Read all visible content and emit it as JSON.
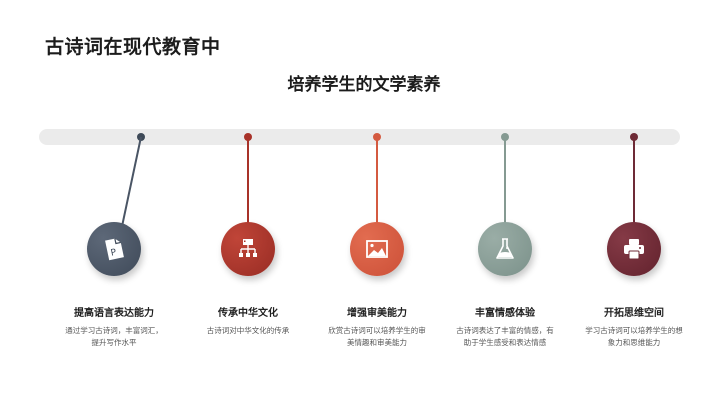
{
  "slide": {
    "title": "古诗词在现代教育中",
    "subtitle": "培养学生的文学素养"
  },
  "timeline": {
    "track_color": "#ebebeb",
    "items": [
      {
        "title": "提高语言表达能力",
        "description": "通过学习古诗词，丰富词汇，提升写作水平",
        "icon": "document-p-icon",
        "color": "#4a5565"
      },
      {
        "title": "传承中华文化",
        "description": "古诗词对中华文化的传承",
        "icon": "hierarchy-icon",
        "color": "#a83229"
      },
      {
        "title": "增强审美能力",
        "description": "欣赏古诗词可以培养学生的审美情趣和审美能力",
        "icon": "image-icon",
        "color": "#d45a40"
      },
      {
        "title": "丰富情感体验",
        "description": "古诗词表达了丰富的情感，有助于学生感受和表达情感",
        "icon": "flask-icon",
        "color": "#859a92"
      },
      {
        "title": "开拓思维空间",
        "description": "学习古诗词可以培养学生的想象力和思维能力",
        "icon": "printer-icon",
        "color": "#6e2a36"
      }
    ]
  }
}
